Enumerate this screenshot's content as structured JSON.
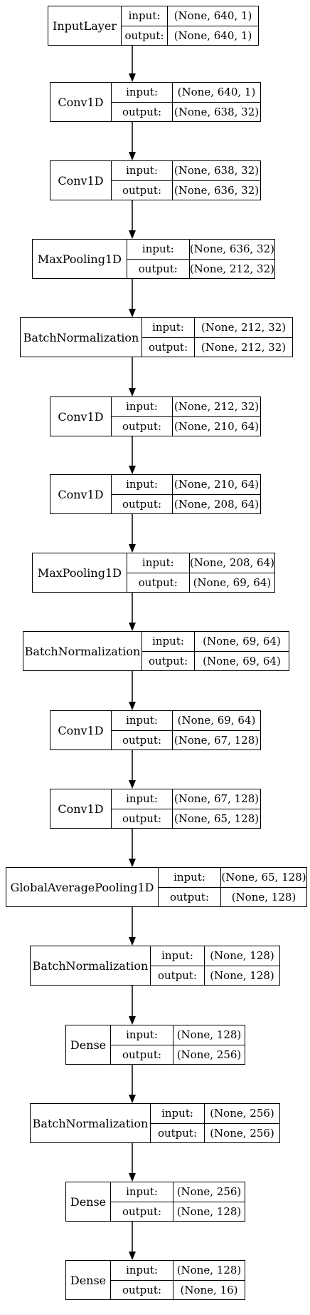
{
  "diagram": {
    "port_labels": {
      "input": "input:",
      "output": "output:"
    },
    "layers": [
      {
        "name": "InputLayer",
        "input": "(None, 640, 1)",
        "output": "(None, 640, 1)"
      },
      {
        "name": "Conv1D",
        "input": "(None, 640, 1)",
        "output": "(None, 638, 32)"
      },
      {
        "name": "Conv1D",
        "input": "(None, 638, 32)",
        "output": "(None, 636, 32)"
      },
      {
        "name": "MaxPooling1D",
        "input": "(None, 636, 32)",
        "output": "(None, 212, 32)"
      },
      {
        "name": "BatchNormalization",
        "input": "(None, 212, 32)",
        "output": "(None, 212, 32)"
      },
      {
        "name": "Conv1D",
        "input": "(None, 212, 32)",
        "output": "(None, 210, 64)"
      },
      {
        "name": "Conv1D",
        "input": "(None, 210, 64)",
        "output": "(None, 208, 64)"
      },
      {
        "name": "MaxPooling1D",
        "input": "(None, 208, 64)",
        "output": "(None, 69, 64)"
      },
      {
        "name": "BatchNormalization",
        "input": "(None, 69, 64)",
        "output": "(None, 69, 64)"
      },
      {
        "name": "Conv1D",
        "input": "(None, 69, 64)",
        "output": "(None, 67, 128)"
      },
      {
        "name": "Conv1D",
        "input": "(None, 67, 128)",
        "output": "(None, 65, 128)"
      },
      {
        "name": "GlobalAveragePooling1D",
        "input": "(None, 65, 128)",
        "output": "(None, 128)"
      },
      {
        "name": "BatchNormalization",
        "input": "(None, 128)",
        "output": "(None, 128)"
      },
      {
        "name": "Dense",
        "input": "(None, 128)",
        "output": "(None, 256)"
      },
      {
        "name": "BatchNormalization",
        "input": "(None, 256)",
        "output": "(None, 256)"
      },
      {
        "name": "Dense",
        "input": "(None, 256)",
        "output": "(None, 128)"
      },
      {
        "name": "Dense",
        "input": "(None, 128)",
        "output": "(None, 16)"
      }
    ]
  }
}
